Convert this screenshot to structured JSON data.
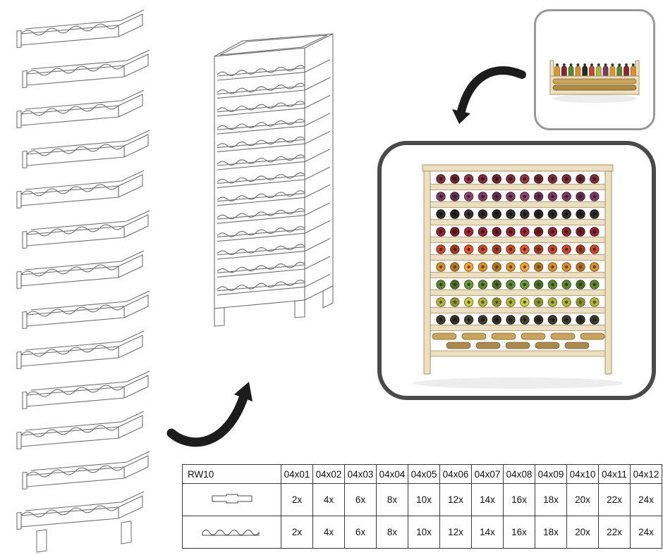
{
  "table": {
    "model_label": "RW10",
    "column_headers": [
      "04x01",
      "04x02",
      "04x03",
      "04x04",
      "04x05",
      "04x06",
      "04x07",
      "04x08",
      "04x09",
      "04x10",
      "04x11",
      "04x12"
    ],
    "rows": [
      {
        "part_icon": "connector-part-icon",
        "part_name": "shelf connector strip",
        "values": [
          "2x",
          "4x",
          "6x",
          "8x",
          "10x",
          "12x",
          "14x",
          "16x",
          "18x",
          "20x",
          "22x",
          "24x"
        ]
      },
      {
        "part_icon": "wavy-shelf-part-icon",
        "part_name": "wavy bottle shelf",
        "values": [
          "2x",
          "4x",
          "6x",
          "8x",
          "10x",
          "12x",
          "14x",
          "16x",
          "18x",
          "20x",
          "22x",
          "24x"
        ]
      }
    ]
  },
  "colors": {
    "arrow": "#1c1c1c",
    "frame_border": "#4a4a4a",
    "thumb_border": "#999999",
    "line_drawing": "#6e6e6e",
    "wood": "#ecdfc2",
    "wood_dark": "#d6c39b",
    "wood_stroke": "#a89263",
    "shadow": "#00000014"
  },
  "photo": {
    "bottle_rows": [
      "#7c2d3a",
      "#7a3b5e",
      "#2e2a28",
      "#8a2430",
      "#c2482a",
      "#d78f2e",
      "#5f8432",
      "#b0b13c",
      "#3c3a2a"
    ],
    "lying_bottle_color": "#c9a45a"
  },
  "thumbnail": {
    "bottle_colors": [
      "#d79a2b",
      "#8a2430",
      "#5f8432",
      "#d78f2e",
      "#2e2a28",
      "#c2482a",
      "#b0b13c",
      "#7a3b5e",
      "#d79a2b",
      "#5f8432",
      "#8a2430",
      "#d78f2e"
    ],
    "lying_colors": [
      "#c9a45a",
      "#b08a40"
    ]
  }
}
